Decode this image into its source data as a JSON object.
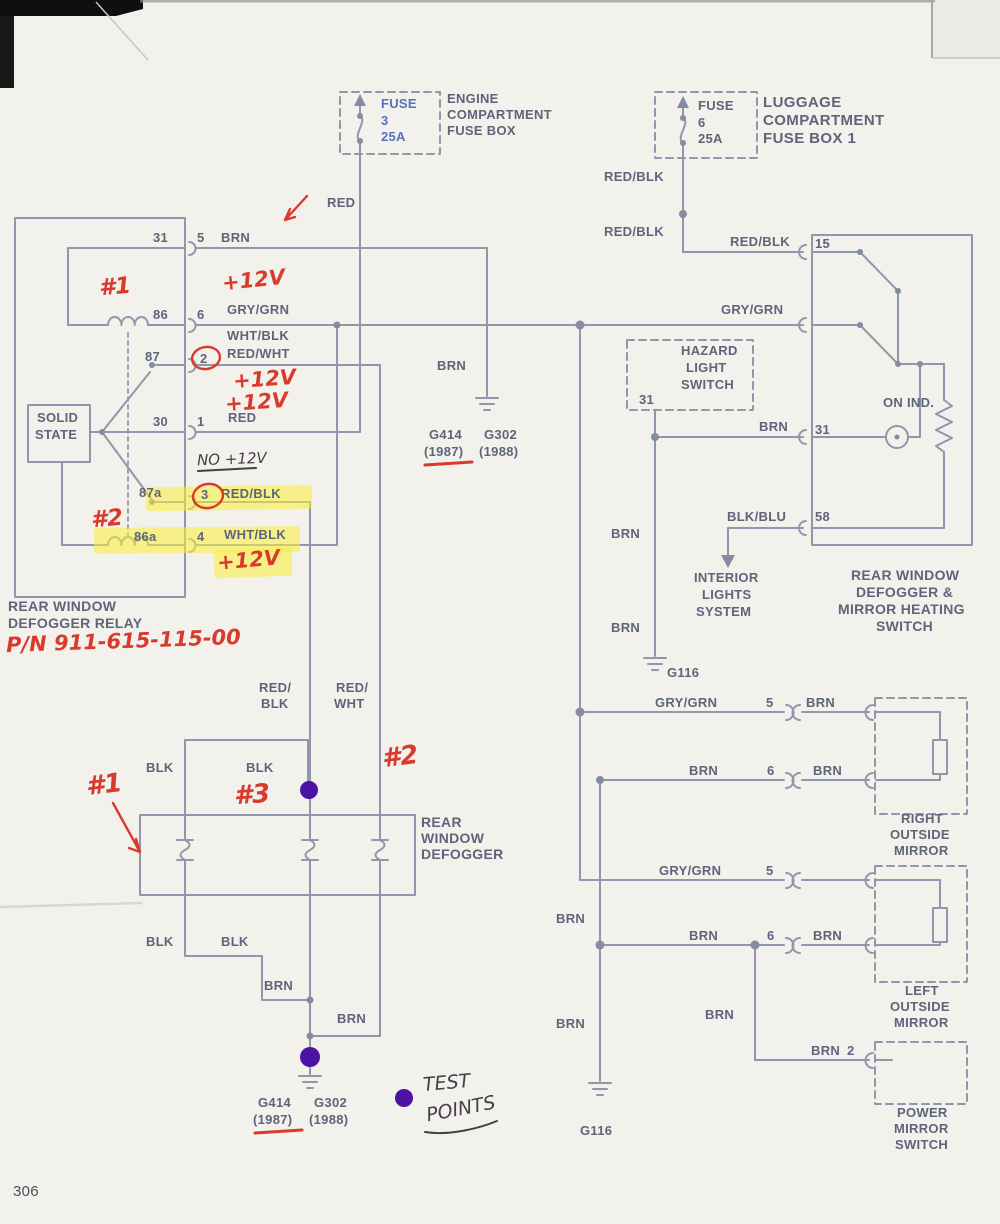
{
  "page": {
    "number": "306"
  },
  "fuse_boxes": {
    "engine": {
      "title": "FUSE",
      "number": "3",
      "amps": "25A",
      "caption": [
        "ENGINE",
        "COMPARTMENT",
        "FUSE BOX"
      ]
    },
    "luggage": {
      "title": "FUSE",
      "number": "6",
      "amps": "25A",
      "caption": [
        "LUGGAGE",
        "COMPARTMENT",
        "FUSE BOX 1"
      ]
    }
  },
  "relay": {
    "caption": [
      "REAR WINDOW",
      "DEFOGGER RELAY"
    ],
    "solid_state": [
      "SOLID",
      "STATE"
    ],
    "rows": [
      {
        "terminal": "31",
        "pin": "5",
        "wire": "BRN"
      },
      {
        "terminal": "86",
        "pin": "6",
        "wire": "GRY/GRN",
        "wire2": "WHT/BLK"
      },
      {
        "terminal": "87",
        "pin": "2",
        "wire": "RED/WHT"
      },
      {
        "terminal": "30",
        "pin": "1",
        "wire": "RED"
      },
      {
        "terminal": "87a",
        "pin": "3",
        "wire": "RED/BLK"
      },
      {
        "terminal": "86a",
        "pin": "4",
        "wire": "WHT/BLK"
      }
    ]
  },
  "heater_switch": {
    "caption": [
      "REAR WINDOW",
      "DEFOGGER &",
      "MIRROR HEATING",
      "SWITCH"
    ],
    "pin15": "15",
    "pin31": "31",
    "pin58": "58",
    "on_indicator": "ON IND.",
    "wire15": "RED/BLK",
    "wire31": "BRN",
    "wire58": "BLK/BLU"
  },
  "hazard_switch": {
    "caption": [
      "HAZARD",
      "LIGHT",
      "SWITCH"
    ],
    "pin31": "31"
  },
  "interior_lights": {
    "caption": [
      "INTERIOR",
      "LIGHTS",
      "SYSTEM"
    ]
  },
  "defogger": {
    "caption": [
      "REAR",
      "WINDOW",
      "DEFOGGER"
    ]
  },
  "mirrors": {
    "right": {
      "caption": [
        "RIGHT",
        "OUTSIDE",
        "MIRROR"
      ],
      "pin5": "5",
      "pin6": "6"
    },
    "left": {
      "caption": [
        "LEFT",
        "OUTSIDE",
        "MIRROR"
      ],
      "pin5": "5",
      "pin6": "6"
    },
    "power_switch": {
      "caption": [
        "POWER",
        "MIRROR",
        "SWITCH"
      ],
      "pin2": "2"
    }
  },
  "grounds": {
    "relay": {
      "g1": "G414",
      "y1": "(1987)",
      "g2": "G302",
      "y2": "(1988)"
    },
    "defogger": {
      "g1": "G414",
      "y1": "(1987)",
      "g2": "G302",
      "y2": "(1988)"
    },
    "hazard": "G116",
    "trunk": "G116"
  },
  "wire_labels": {
    "red_main": "RED",
    "redblk_a": "RED/BLK",
    "redblk_b": "RED/BLK",
    "grygrn_main": "GRY/GRN",
    "brn_g414": "BRN",
    "brn_switch31": "BRN",
    "brn_haz_a": "BRN",
    "brn_haz_b": "BRN",
    "redblk_feed1": "RED/",
    "redblk_feed2": "BLK",
    "redwht_feed1": "RED/",
    "redwht_feed2": "WHT",
    "blk_top_left": "BLK",
    "blk_top_right": "BLK",
    "blk_bot_left": "BLK",
    "blk_bot_right": "BLK",
    "brn_bot_a": "BRN",
    "brn_bot_b": "BRN",
    "grygrn_right": "GRY/GRN",
    "brn_right5": "BRN",
    "brn_right6_out": "BRN",
    "brn_right6_in": "BRN",
    "grygrn_left": "GRY/GRN",
    "brn_left6_out": "BRN",
    "brn_left6_in": "BRN",
    "brn_trunk_a": "BRN",
    "brn_trunk_b": "BRN",
    "brn_pms_riser": "BRN",
    "brn_pms": "BRN"
  },
  "annotations": {
    "red": {
      "relay_coil1": "#1",
      "relay_coil2": "#2",
      "v12_gry": "+12V",
      "v12_redwht": "+12V",
      "v12_red": "+12V",
      "v12_whtblk": "+12V",
      "part_number": "P/N 911-615-115-00",
      "def_1": "#1",
      "def_3": "#3",
      "def_2": "#2"
    },
    "dark": {
      "no_12v": "NO +12V",
      "test": "TEST",
      "points": "POINTS"
    }
  }
}
